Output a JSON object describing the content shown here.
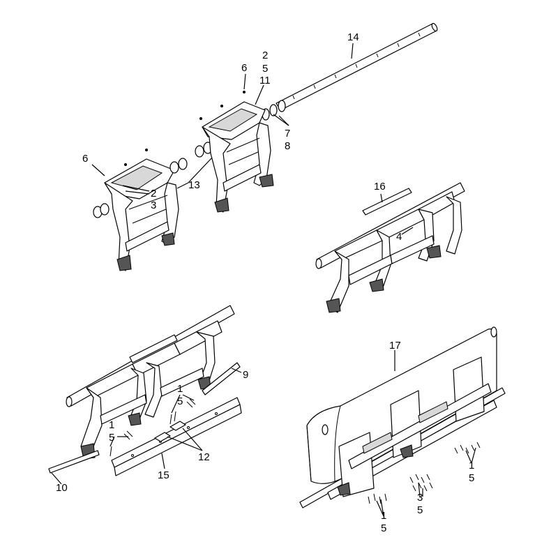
{
  "callouts": [
    {
      "id": "c14",
      "text": "14"
    },
    {
      "id": "c6a",
      "text": "6"
    },
    {
      "id": "c2a",
      "text": "2"
    },
    {
      "id": "c5a",
      "text": "5"
    },
    {
      "id": "c11",
      "text": "11"
    },
    {
      "id": "c7",
      "text": "7"
    },
    {
      "id": "c8",
      "text": "8"
    },
    {
      "id": "c6b",
      "text": "6"
    },
    {
      "id": "c2b",
      "text": "2"
    },
    {
      "id": "c3a",
      "text": "3"
    },
    {
      "id": "c13",
      "text": "13"
    },
    {
      "id": "c16",
      "text": "16"
    },
    {
      "id": "c4",
      "text": "4"
    },
    {
      "id": "c9",
      "text": "9"
    },
    {
      "id": "c1a",
      "text": "1"
    },
    {
      "id": "c5b",
      "text": "5"
    },
    {
      "id": "c1b",
      "text": "1"
    },
    {
      "id": "c5c",
      "text": "5"
    },
    {
      "id": "c12",
      "text": "12"
    },
    {
      "id": "c15",
      "text": "15"
    },
    {
      "id": "c10",
      "text": "10"
    },
    {
      "id": "c17",
      "text": "17"
    },
    {
      "id": "c1c",
      "text": "1"
    },
    {
      "id": "c5d",
      "text": "5"
    },
    {
      "id": "c3b",
      "text": "3"
    },
    {
      "id": "c5e",
      "text": "5"
    },
    {
      "id": "c1d",
      "text": "1"
    },
    {
      "id": "c5f",
      "text": "5"
    }
  ]
}
